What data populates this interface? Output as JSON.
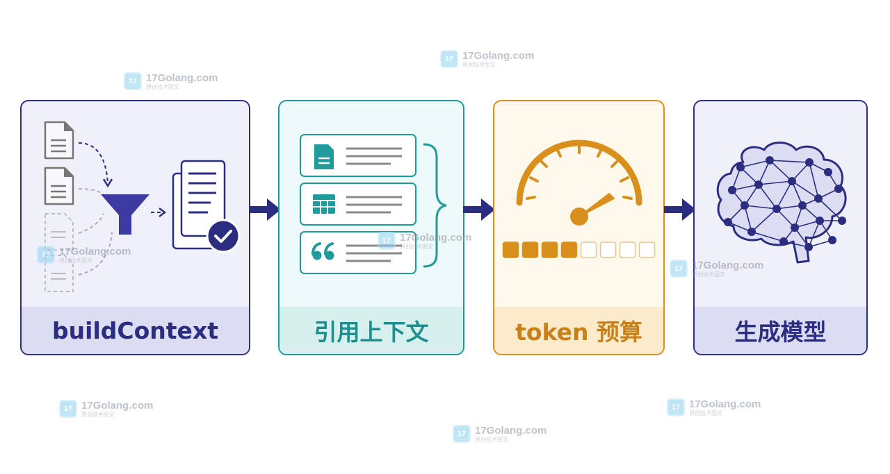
{
  "stages": [
    {
      "label": "buildContext"
    },
    {
      "label": "引用上下文"
    },
    {
      "label": "token 预算"
    },
    {
      "label": "生成模型"
    }
  ],
  "budget_meter": {
    "filled": 4,
    "total": 8
  },
  "icons": {
    "stage1": [
      "document-icon",
      "funnel-icon",
      "document-stack-icon",
      "check-circle-icon"
    ],
    "stage2": [
      "document-icon",
      "table-icon",
      "quote-icon",
      "brace-icon"
    ],
    "stage3": [
      "gauge-icon",
      "budget-meter"
    ],
    "stage4": [
      "brain-network-icon"
    ]
  },
  "colors": {
    "navy": "#2b2d80",
    "teal": "#1e9b9a",
    "orange": "#d98f1c",
    "brain_fill": "#dcdcf3"
  },
  "watermark": {
    "site": "17Golang.com",
    "sub": "原创技术图文"
  }
}
